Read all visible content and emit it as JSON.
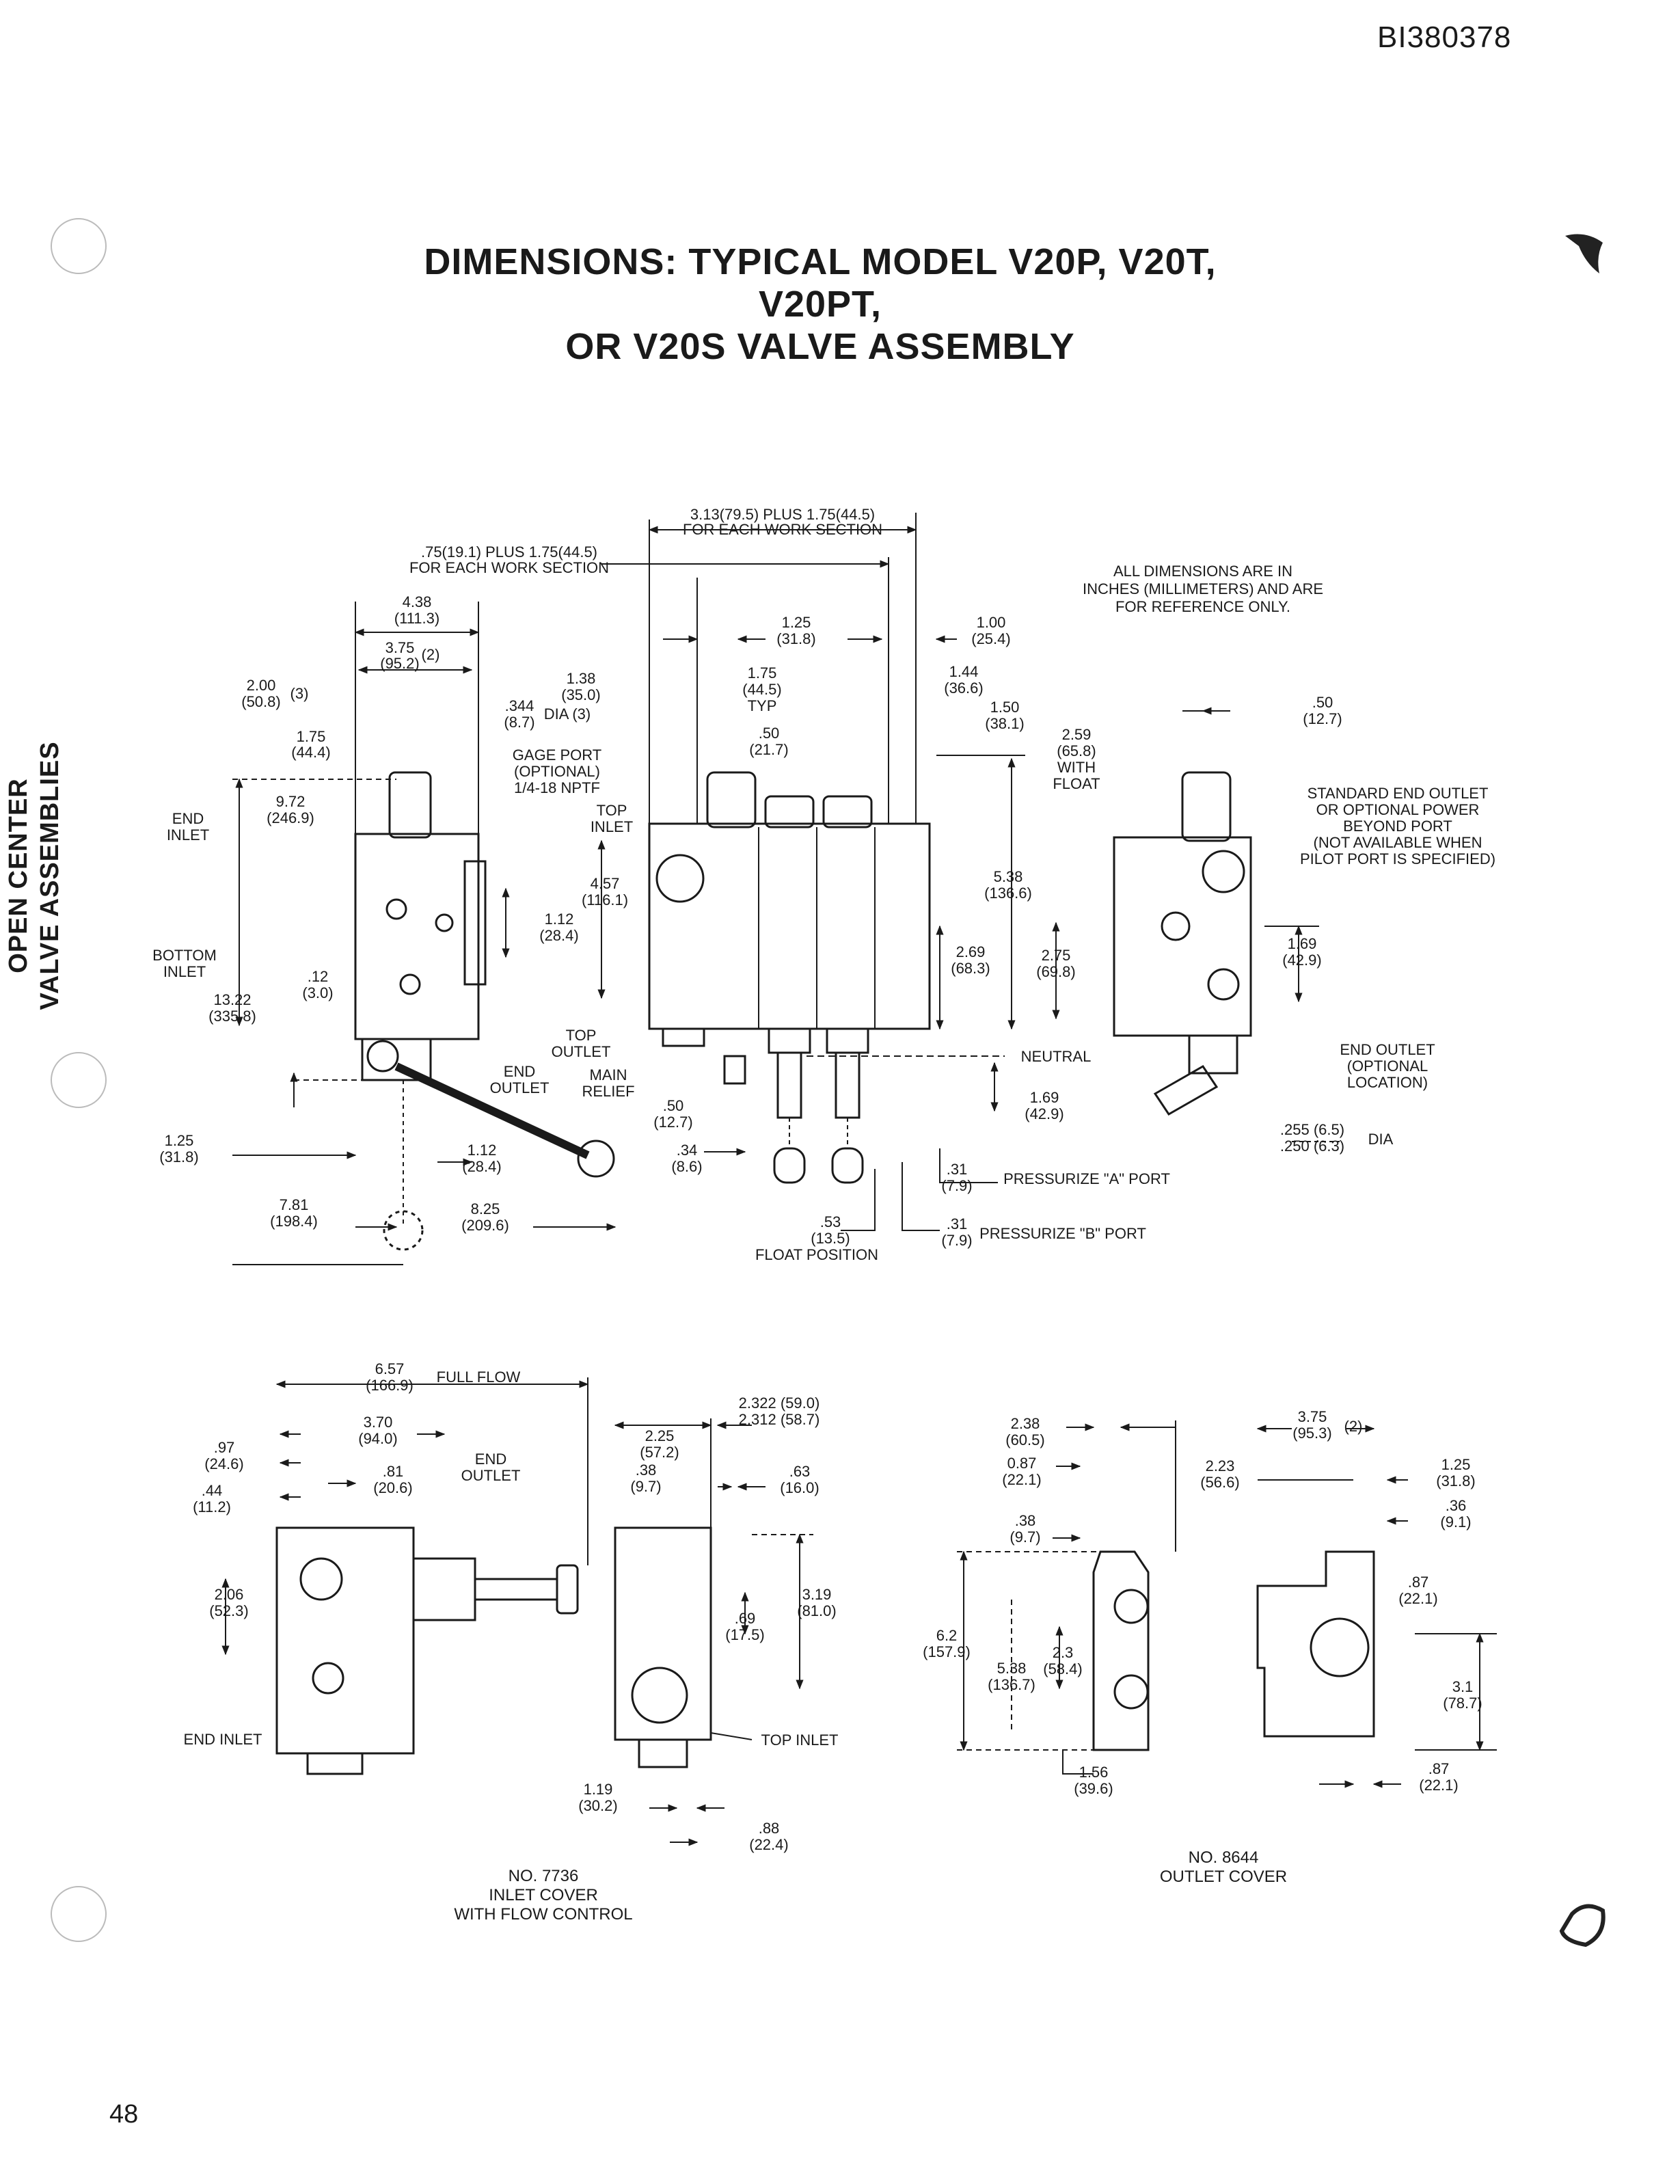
{
  "document_id": "BI380378",
  "title_line1": "DIMENSIONS: TYPICAL MODEL V20P, V20T, V20PT,",
  "title_line2": "OR V20S VALVE ASSEMBLY",
  "side_label_line1": "OPEN CENTER",
  "side_label_line2": "VALVE ASSEMBLIES",
  "page_number": "48",
  "notes": {
    "all_dims_1": "ALL DIMENSIONS ARE IN",
    "all_dims_2": "INCHES (MILLIMETERS) AND ARE",
    "all_dims_3": "FOR REFERENCE ONLY."
  },
  "main_view": {
    "d_313": "3.13(79.5) PLUS 1.75(44.5)",
    "d_313_sub": "FOR EACH WORK SECTION",
    "d_75": ".75(19.1) PLUS 1.75(44.5)",
    "d_75_sub": "FOR EACH WORK SECTION",
    "d_438": "4.38",
    "d_438_mm": "(111.3)",
    "d_375": "3.75",
    "d_375_mm": "(95.2)",
    "d_375_note": "(2)",
    "d_200": "2.00",
    "d_200_mm": "(50.8)",
    "d_200_note": "(3)",
    "d_175": "1.75",
    "d_175_mm": "(44.4)",
    "d_972": "9.72",
    "d_972_mm": "(246.9)",
    "end_inlet_1": "END",
    "end_inlet_2": "INLET",
    "bottom_inlet_1": "BOTTOM",
    "bottom_inlet_2": "INLET",
    "d_1322": "13.22",
    "d_1322_mm": "(335.8)",
    "d_12": ".12",
    "d_12_mm": "(3.0)",
    "d_125": "1.25",
    "d_125_mm": "(31.8)",
    "d_781": "7.81",
    "d_781_mm": "(198.4)",
    "d_825": "8.25",
    "d_825_mm": "(209.6)",
    "d_112b": "1.12",
    "d_112b_mm": "(28.4)",
    "d_138": "1.38",
    "d_138_mm": "(35.0)",
    "d_344": ".344",
    "d_344_mm": "(8.7)",
    "d_344_dia": "DIA (3)",
    "gage_1": "GAGE PORT",
    "gage_2": "(OPTIONAL)",
    "gage_3": "1/4-18 NPTF",
    "top_inlet_1": "TOP",
    "top_inlet_2": "INLET",
    "d_457": "4.57",
    "d_457_mm": "(116.1)",
    "d_112": "1.12",
    "d_112_mm": "(28.4)",
    "top_outlet_1": "TOP",
    "top_outlet_2": "OUTLET",
    "end_outlet_1": "END",
    "end_outlet_2": "OUTLET",
    "main_relief_1": "MAIN",
    "main_relief_2": "RELIEF",
    "d_50b": ".50",
    "d_50b_mm": "(12.7)",
    "d_34": ".34",
    "d_34_mm": "(8.6)",
    "d_53": ".53",
    "d_53_mm": "(13.5)",
    "float_pos": "FLOAT POSITION",
    "d_125c": "1.25",
    "d_125c_mm": "(31.8)",
    "d_175c": "1.75",
    "d_175c_mm": "(44.5)",
    "d_175c_typ": "TYP",
    "d_50c": ".50",
    "d_50c_mm": "(21.7)",
    "d_100": "1.00",
    "d_100_mm": "(25.4)",
    "d_144": "1.44",
    "d_144_mm": "(36.6)",
    "d_150": "1.50",
    "d_150_mm": "(38.1)",
    "d_259": "2.59",
    "d_259_mm": "(65.8)",
    "d_259_w1": "WITH",
    "d_259_w2": "FLOAT",
    "d_538": "5.38",
    "d_538_mm": "(136.6)",
    "d_269": "2.69",
    "d_269_mm": "(68.3)",
    "d_275": "2.75",
    "d_275_mm": "(69.8)",
    "neutral": "NEUTRAL",
    "d_169": "1.69",
    "d_169_mm": "(42.9)",
    "d_31a": ".31",
    "d_31a_mm": "(7.9)",
    "press_a": "PRESSURIZE \"A\" PORT",
    "d_31b": ".31",
    "d_31b_mm": "(7.9)",
    "press_b": "PRESSURIZE \"B\" PORT"
  },
  "right_view": {
    "d_50": ".50",
    "d_50_mm": "(12.7)",
    "std_1": "STANDARD END OUTLET",
    "std_2": "OR OPTIONAL POWER",
    "std_3": "BEYOND PORT",
    "std_4": "(NOT AVAILABLE WHEN",
    "std_5": "PILOT PORT IS SPECIFIED)",
    "d_169": "1.69",
    "d_169_mm": "(42.9)",
    "end_out_1": "END OUTLET",
    "end_out_2": "(OPTIONAL",
    "end_out_3": "LOCATION)",
    "d_255": ".255 (6.5)",
    "d_250": ".250 (6.3)",
    "dia": "DIA"
  },
  "inlet_cover": {
    "d_657": "6.57",
    "d_657_mm": "(166.9)",
    "full_flow": "FULL FLOW",
    "d_370": "3.70",
    "d_370_mm": "(94.0)",
    "d_97": ".97",
    "d_97_mm": "(24.6)",
    "d_81": ".81",
    "d_81_mm": "(20.6)",
    "end_outlet_1": "END",
    "end_outlet_2": "OUTLET",
    "d_44": ".44",
    "d_44_mm": "(11.2)",
    "d_206": "2.06",
    "d_206_mm": "(52.3)",
    "end_inlet": "END INLET",
    "d_2322": "2.322 (59.0)",
    "d_2312": "2.312 (58.7)",
    "d_225": "2.25",
    "d_225_mm": "(57.2)",
    "d_38": ".38",
    "d_38_mm": "(9.7)",
    "d_63": ".63",
    "d_63_mm": "(16.0)",
    "d_319": "3.19",
    "d_319_mm": "(81.0)",
    "d_69": ".69",
    "d_69_mm": "(17.5)",
    "top_inlet": "TOP INLET",
    "d_119": "1.19",
    "d_119_mm": "(30.2)",
    "d_88": ".88",
    "d_88_mm": "(22.4)",
    "cap_1": "NO. 7736",
    "cap_2": "INLET COVER",
    "cap_3": "WITH FLOW CONTROL"
  },
  "outlet_cover": {
    "d_238": "2.38",
    "d_238_mm": "(60.5)",
    "d_087": "0.87",
    "d_087_mm": "(22.1)",
    "d_38": ".38",
    "d_38_mm": "(9.7)",
    "d_62": "6.2",
    "d_62_mm": "(157.9)",
    "d_538": "5.38",
    "d_538_mm": "(136.7)",
    "d_23": "2.3",
    "d_23_mm": "(58.4)",
    "d_156": "1.56",
    "d_156_mm": "(39.6)",
    "d_375": "3.75",
    "d_375_mm": "(95.3)",
    "d_375_note": "(2)",
    "d_223": "2.23",
    "d_223_mm": "(56.6)",
    "d_125": "1.25",
    "d_125_mm": "(31.8)",
    "d_36": ".36",
    "d_36_mm": "(9.1)",
    "d_87a": ".87",
    "d_87a_mm": "(22.1)",
    "d_31": "3.1",
    "d_31_mm": "(78.7)",
    "d_87b": ".87",
    "d_87b_mm": "(22.1)",
    "cap_1": "NO. 8644",
    "cap_2": "OUTLET COVER"
  }
}
